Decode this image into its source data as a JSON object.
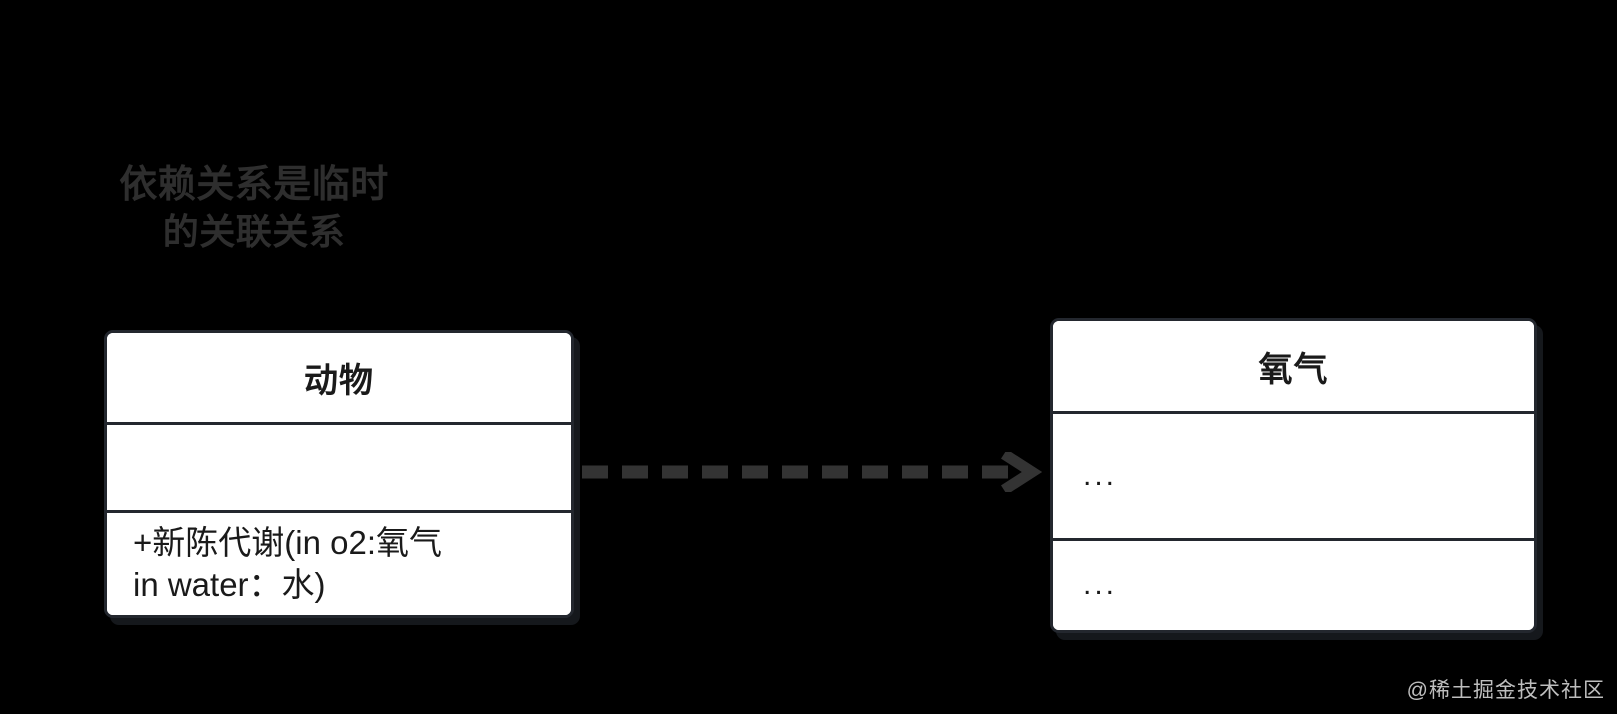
{
  "diagram": {
    "type": "uml-class-diagram",
    "background_color": "#000000",
    "annotation": {
      "line1": "依赖关系是临时",
      "line2": "的关联关系"
    },
    "classes": [
      {
        "id": "animal",
        "name": "动物",
        "attributes": "",
        "operations": "+新陈代谢(in o2:氧气\nin water：水)"
      },
      {
        "id": "oxygen",
        "name": "氧气",
        "attributes": "...",
        "operations": "..."
      }
    ],
    "relationship": {
      "kind": "dependency",
      "line_style": "dashed",
      "arrow_style": "open",
      "from": "动物",
      "to": "氧气",
      "label": "",
      "stroke_color": "#333333"
    },
    "colors": {
      "box_fill": "#ffffff",
      "box_border": "#23272e",
      "text": "#1a1a1a",
      "annotation_text": "#2e2e2e",
      "connector": "#333333",
      "watermark": "#cfcfcf"
    }
  },
  "watermark": {
    "text": "@稀土掘金技术社区"
  }
}
